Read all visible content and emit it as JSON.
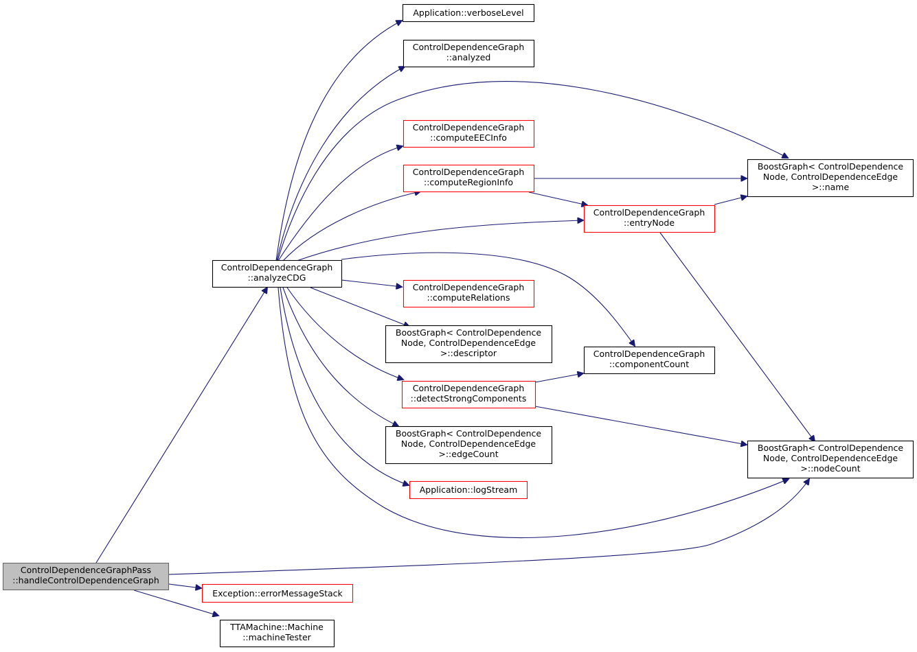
{
  "nodes": [
    {
      "id": "handle",
      "lines": [
        "ControlDependenceGraphPass",
        "::handleControlDependenceGraph"
      ],
      "style": "root"
    },
    {
      "id": "analyzeCDG",
      "lines": [
        "ControlDependenceGraph",
        "::analyzeCDG"
      ],
      "style": "normal"
    },
    {
      "id": "verboseLevel",
      "lines": [
        "Application::verboseLevel"
      ],
      "style": "normal"
    },
    {
      "id": "analyzed",
      "lines": [
        "ControlDependenceGraph",
        "::analyzed"
      ],
      "style": "normal"
    },
    {
      "id": "computeEEC",
      "lines": [
        "ControlDependenceGraph",
        "::computeEECInfo"
      ],
      "style": "red"
    },
    {
      "id": "computeRegion",
      "lines": [
        "ControlDependenceGraph",
        "::computeRegionInfo"
      ],
      "style": "red"
    },
    {
      "id": "computeRelations",
      "lines": [
        "ControlDependenceGraph",
        "::computeRelations"
      ],
      "style": "red"
    },
    {
      "id": "descriptor",
      "lines": [
        "BoostGraph< ControlDependence",
        "Node, ControlDependenceEdge",
        ">::descriptor"
      ],
      "style": "normal"
    },
    {
      "id": "detectStrong",
      "lines": [
        "ControlDependenceGraph",
        "::detectStrongComponents"
      ],
      "style": "red"
    },
    {
      "id": "edgeCount",
      "lines": [
        "BoostGraph< ControlDependence",
        "Node, ControlDependenceEdge",
        ">::edgeCount"
      ],
      "style": "normal"
    },
    {
      "id": "logStream",
      "lines": [
        "Application::logStream"
      ],
      "style": "red"
    },
    {
      "id": "entryNode",
      "lines": [
        "ControlDependenceGraph",
        "::entryNode"
      ],
      "style": "red"
    },
    {
      "id": "componentCount",
      "lines": [
        "ControlDependenceGraph",
        "::componentCount"
      ],
      "style": "normal"
    },
    {
      "id": "bgName",
      "lines": [
        "BoostGraph< ControlDependence",
        "Node, ControlDependenceEdge",
        ">::name"
      ],
      "style": "normal"
    },
    {
      "id": "nodeCount",
      "lines": [
        "BoostGraph< ControlDependence",
        "Node, ControlDependenceEdge",
        ">::nodeCount"
      ],
      "style": "normal"
    },
    {
      "id": "errorMessageStack",
      "lines": [
        "Exception::errorMessageStack"
      ],
      "style": "red"
    },
    {
      "id": "machineTester",
      "lines": [
        "TTAMachine::Machine",
        "::machineTester"
      ],
      "style": "normal"
    }
  ],
  "edges": [
    [
      "handle",
      "analyzeCDG"
    ],
    [
      "handle",
      "nodeCount"
    ],
    [
      "handle",
      "errorMessageStack"
    ],
    [
      "handle",
      "machineTester"
    ],
    [
      "analyzeCDG",
      "verboseLevel"
    ],
    [
      "analyzeCDG",
      "analyzed"
    ],
    [
      "analyzeCDG",
      "bgName"
    ],
    [
      "analyzeCDG",
      "computeEEC"
    ],
    [
      "analyzeCDG",
      "computeRegion"
    ],
    [
      "analyzeCDG",
      "entryNode"
    ],
    [
      "analyzeCDG",
      "componentCount"
    ],
    [
      "analyzeCDG",
      "computeRelations"
    ],
    [
      "analyzeCDG",
      "descriptor"
    ],
    [
      "analyzeCDG",
      "detectStrong"
    ],
    [
      "analyzeCDG",
      "edgeCount"
    ],
    [
      "analyzeCDG",
      "logStream"
    ],
    [
      "analyzeCDG",
      "nodeCount"
    ],
    [
      "computeRegion",
      "bgName"
    ],
    [
      "computeRegion",
      "entryNode"
    ],
    [
      "entryNode",
      "bgName"
    ],
    [
      "entryNode",
      "nodeCount"
    ],
    [
      "detectStrong",
      "componentCount"
    ],
    [
      "detectStrong",
      "nodeCount"
    ]
  ],
  "colors": {
    "edge": "#191970",
    "border_normal": "#000000",
    "border_red": "#ff0000",
    "root_fill": "#bfbfbf",
    "root_border": "#666666",
    "node_fill": "#ffffff"
  }
}
